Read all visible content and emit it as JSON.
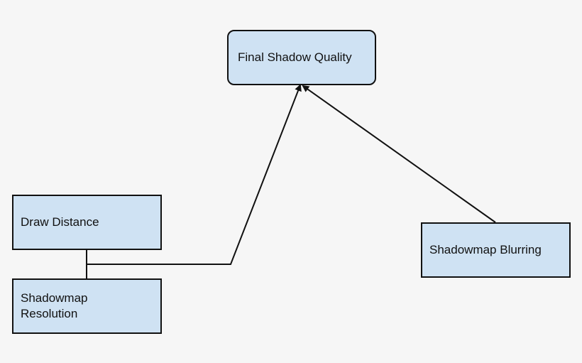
{
  "diagram": {
    "nodes": {
      "final_shadow_quality": {
        "label": "Final Shadow Quality"
      },
      "draw_distance": {
        "label": "Draw Distance"
      },
      "shadowmap_resolution": {
        "label_line1": "Shadowmap",
        "label_line2": "Resolution"
      },
      "shadowmap_blurring": {
        "label": "Shadowmap Blurring"
      }
    },
    "edges": [
      {
        "from": "draw_distance + shadowmap_resolution",
        "to": "final_shadow_quality"
      },
      {
        "from": "shadowmap_blurring",
        "to": "final_shadow_quality"
      }
    ],
    "colors": {
      "node_fill": "#cfe2f3",
      "node_border": "#111111",
      "background": "#f6f6f6",
      "line": "#111111"
    }
  }
}
